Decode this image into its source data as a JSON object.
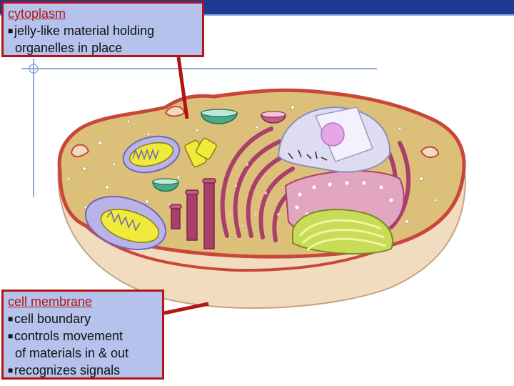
{
  "cytoplasm_box": {
    "title": "cytoplasm",
    "line1": "jelly-like material holding",
    "line2": "organelles in place"
  },
  "membrane_box": {
    "title": "cell membrane",
    "items": [
      "cell boundary",
      "controls movement",
      "of materials in & out",
      "recognizes signals"
    ]
  },
  "colors": {
    "header_band": "#1f3a93",
    "callout_fill": "#b4c2ec",
    "callout_border": "#b31414",
    "cytoplasm": "#dcc07a",
    "cell_outer": "#f2dcc0",
    "membrane_rim": "#c9463a",
    "endoplasmic_reticulum": "#a8406a",
    "golgi": "#b8d240",
    "nucleus": "#dedcf0",
    "nucleolus": "#e6a6e8",
    "mitochondria": "#f0ea3a",
    "lysosome": "#4aaa8a"
  }
}
